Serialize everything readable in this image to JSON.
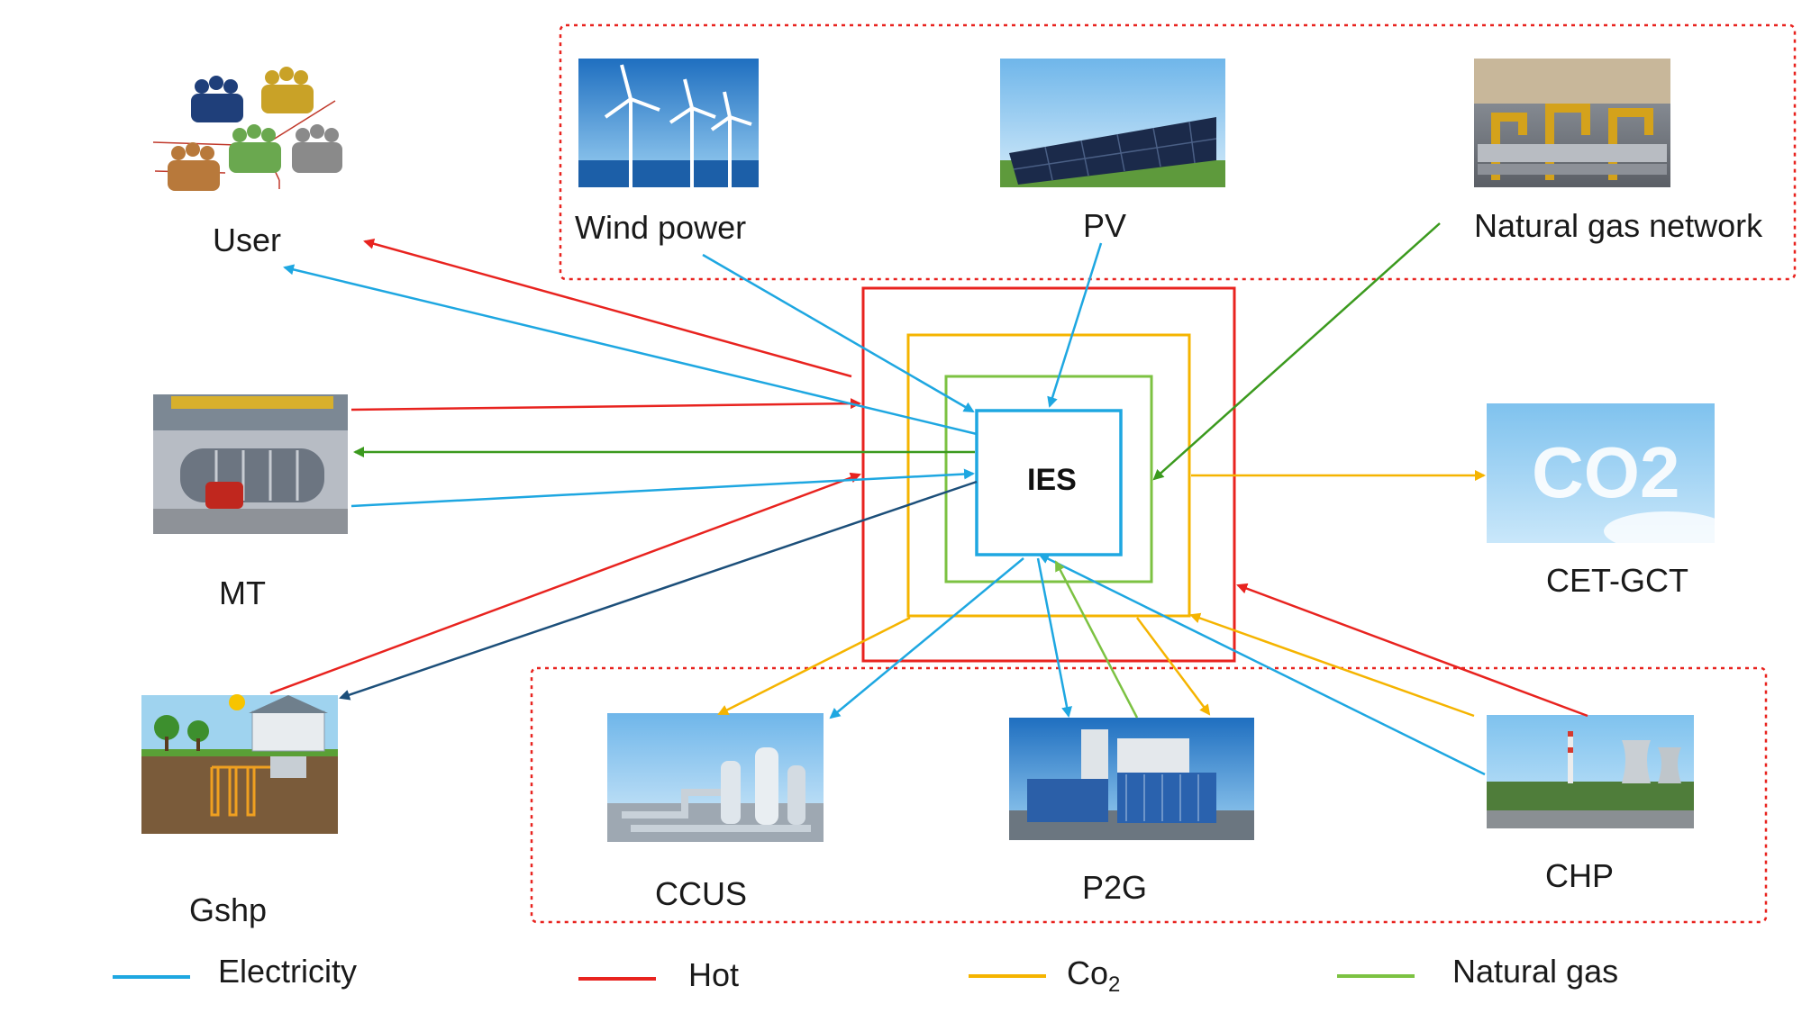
{
  "center": {
    "label": "IES"
  },
  "nodes": {
    "user": "User",
    "wind": "Wind power",
    "pv": "PV",
    "gas_network": "Natural gas network",
    "mt": "MT",
    "co2": "CET-GCT",
    "gshp": "Gshp",
    "ccus": "CCUS",
    "p2g": "P2G",
    "chp": "CHP"
  },
  "co2_picture_text": "CO2",
  "legend": [
    {
      "label": "Electricity",
      "color": "#1ea7e1"
    },
    {
      "label": "Hot",
      "color": "#e8231f"
    },
    {
      "label": "Co",
      "sub": "2",
      "color": "#f5b400"
    },
    {
      "label": "Natural gas",
      "color": "#7cc242"
    }
  ],
  "colors": {
    "electricity": "#1ea7e1",
    "heat": "#e8231f",
    "co2": "#f5b400",
    "gas": "#7cc242",
    "gas_dark": "#3b9a1e",
    "elec_dark": "#1c4f7a"
  }
}
